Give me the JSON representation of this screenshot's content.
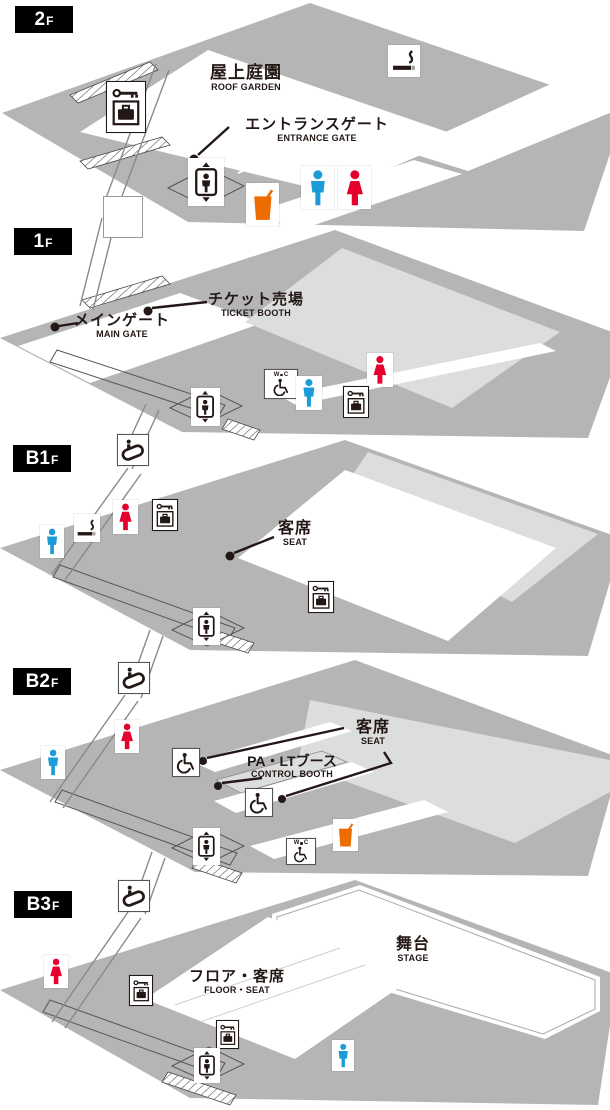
{
  "title": "venue-floor-guide-map",
  "colors": {
    "floor_gray": "#b5b5b6",
    "floor_light": "#dcdddd",
    "ink": "#231815",
    "male_blue": "#1B9CD8",
    "female_red": "#E5002D",
    "vending_orange": "#ED6C00"
  },
  "floors": [
    {
      "id": "2F",
      "badge": {
        "main": "2",
        "suffix": "F"
      },
      "labels": [
        {
          "jp": "屋上庭園",
          "en": "ROOF GARDEN"
        },
        {
          "jp": "エントランスゲート",
          "en": "ENTRANCE GATE"
        }
      ],
      "icons": [
        "smoking-area",
        "coin-locker",
        "elevator",
        "mens-toilet",
        "womens-toilet",
        "vending-machine"
      ]
    },
    {
      "id": "1F",
      "badge": {
        "main": "1",
        "suffix": "F"
      },
      "labels": [
        {
          "jp": "チケット売場",
          "en": "TICKET BOOTH"
        },
        {
          "jp": "メインゲート",
          "en": "MAIN GATE"
        }
      ],
      "icons": [
        "accessible-toilet",
        "mens-toilet",
        "womens-toilet",
        "coin-locker",
        "elevator"
      ]
    },
    {
      "id": "B1F",
      "badge": {
        "main": "B1",
        "suffix": "F"
      },
      "labels": [
        {
          "jp": "客席",
          "en": "SEAT"
        }
      ],
      "icons": [
        "escalator",
        "womens-toilet",
        "coin-locker",
        "smoking-area",
        "mens-toilet",
        "coin-locker",
        "elevator"
      ]
    },
    {
      "id": "B2F",
      "badge": {
        "main": "B2",
        "suffix": "F"
      },
      "labels": [
        {
          "jp": "客席",
          "en": "SEAT"
        },
        {
          "jp": "PA・LTブース",
          "en": "CONTROL BOOTH"
        }
      ],
      "icons": [
        "escalator",
        "womens-toilet",
        "mens-toilet",
        "wheelchair-space",
        "wheelchair-space",
        "elevator",
        "accessible-toilet",
        "vending-machine"
      ]
    },
    {
      "id": "B3F",
      "badge": {
        "main": "B3",
        "suffix": "F"
      },
      "labels": [
        {
          "jp": "舞台",
          "en": "STAGE"
        },
        {
          "jp": "フロア・客席",
          "en": "FLOOR・SEAT"
        }
      ],
      "icons": [
        "escalator",
        "womens-toilet",
        "coin-locker",
        "coin-locker",
        "elevator",
        "mens-toilet"
      ]
    }
  ]
}
